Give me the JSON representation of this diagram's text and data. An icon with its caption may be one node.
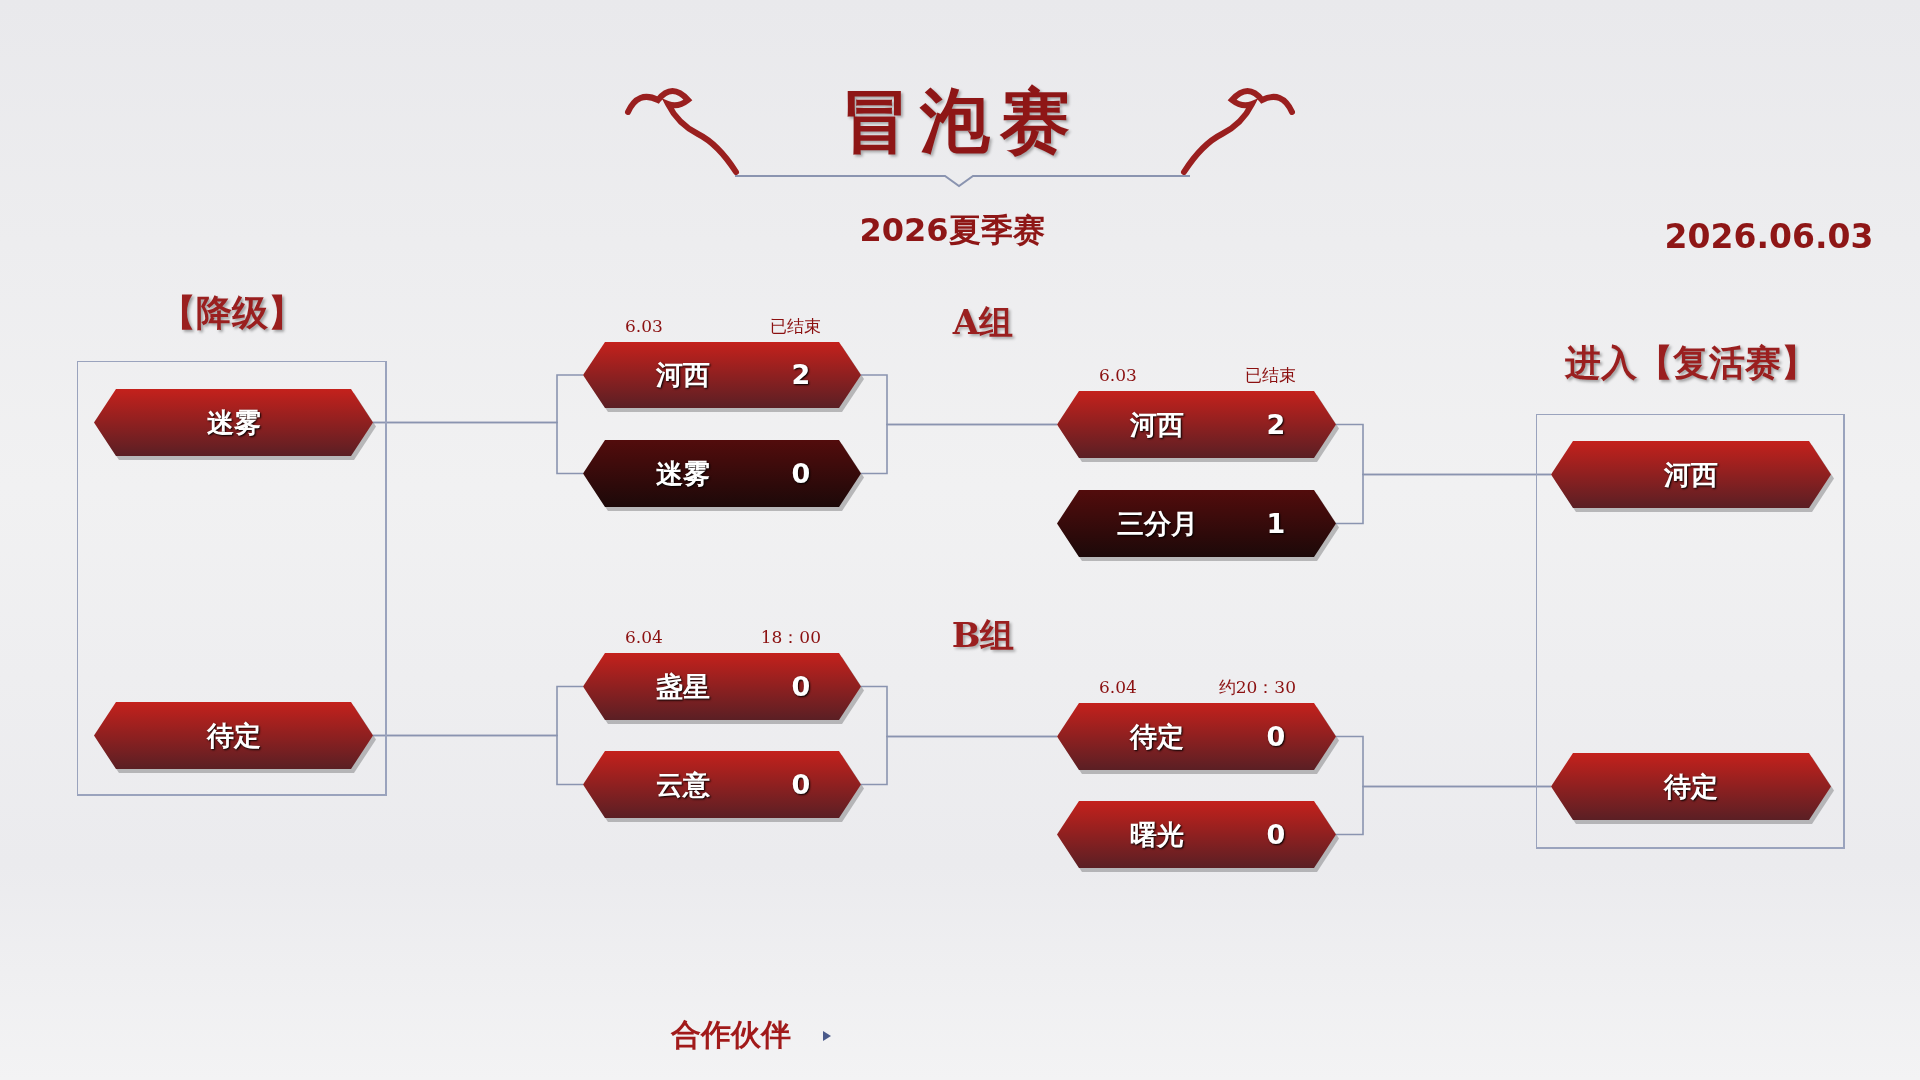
{
  "diagram": {
    "title": "冒泡赛",
    "nodes": [
      {
        "text": [
          "【降级】"
        ]
      },
      {
        "text": [
          "迷雾"
        ],
        "in": 0
      },
      {
        "text": [
          "待定"
        ],
        "in": 0
      },
      {
        "text": [
          "河西",
          "2"
        ],
        "beside": [
          "6.03",
          "已结束"
        ]
      },
      {
        "text": [
          "迷雾",
          "0"
        ]
      },
      {
        "text": [
          "盏星",
          "0"
        ],
        "beside": [
          "6.04",
          "18：00"
        ]
      },
      {
        "text": [
          "云意",
          "0"
        ]
      },
      {
        "text": [
          "河西",
          "2"
        ],
        "beside": [
          "6.03",
          "已结束"
        ]
      },
      {
        "text": [
          "三分月",
          "1"
        ]
      },
      {
        "text": [
          "待定",
          "0"
        ],
        "beside": [
          "6.04",
          "约20：30"
        ]
      },
      {
        "text": [
          "曙光",
          "0"
        ]
      },
      {
        "text": [
          "进入【复活赛】"
        ]
      },
      {
        "text": [
          "河西"
        ],
        "in": 11
      },
      {
        "text": [
          "待定"
        ],
        "in": 11
      }
    ],
    "edges": [
      {
        "from": 1,
        "to": 3,
        "arrow": "none"
      },
      {
        "from": 1,
        "to": 4,
        "arrow": "none"
      },
      {
        "from": 3,
        "to": 7,
        "arrow": "none"
      },
      {
        "from": 4,
        "to": 7,
        "arrow": "none"
      },
      {
        "from": 2,
        "to": 5,
        "arrow": "none"
      },
      {
        "from": 2,
        "to": 6,
        "arrow": "none"
      },
      {
        "from": 5,
        "to": 9,
        "arrow": "none"
      },
      {
        "from": 6,
        "to": 9,
        "arrow": "none"
      },
      {
        "from": 7,
        "to": 12,
        "arrow": "none"
      },
      {
        "from": 8,
        "to": 12,
        "arrow": "none"
      },
      {
        "from": 9,
        "to": 13,
        "arrow": "none"
      },
      {
        "from": 10,
        "to": 13,
        "arrow": "none"
      }
    ],
    "labels": [
      "2026夏季赛",
      "2026.06.03",
      "A组",
      "B组",
      "合作伙伴"
    ]
  }
}
